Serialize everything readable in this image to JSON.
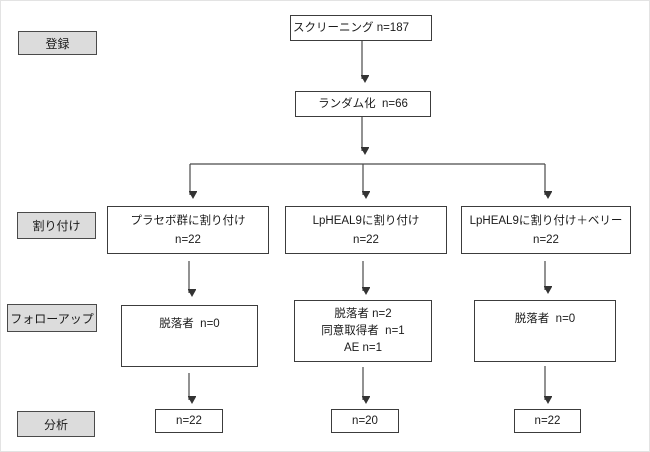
{
  "diagram": {
    "stage_labels": [
      "登録",
      "割り付け",
      "フォローアップ",
      "分析"
    ],
    "screening": {
      "text": "スクリーニング n=187"
    },
    "randomization": {
      "text": "ランダム化  n=66"
    },
    "arms": [
      {
        "allocation_line1": "プラセボ群に割り付け",
        "allocation_line2": "n=22",
        "followup_line1": "脱落者  n=0",
        "analysis": "n=22"
      },
      {
        "allocation_line1": "LpHEAL9に割り付け",
        "allocation_line2": "n=22",
        "followup_line1": "脱落者 n=2",
        "followup_line2": "同意取得者  n=1",
        "followup_line3": "AE n=1",
        "analysis": "n=20"
      },
      {
        "allocation_line1": "LpHEAL9に割り付け＋ベリー",
        "allocation_line2": "n=22",
        "followup_line1": "脱落者  n=0",
        "analysis": "n=22"
      }
    ],
    "colors": {
      "label_fill": "#dcdcdc",
      "box_border": "#3c3c3c",
      "arrow": "#4a4a4a",
      "background": "#ffffff"
    }
  }
}
